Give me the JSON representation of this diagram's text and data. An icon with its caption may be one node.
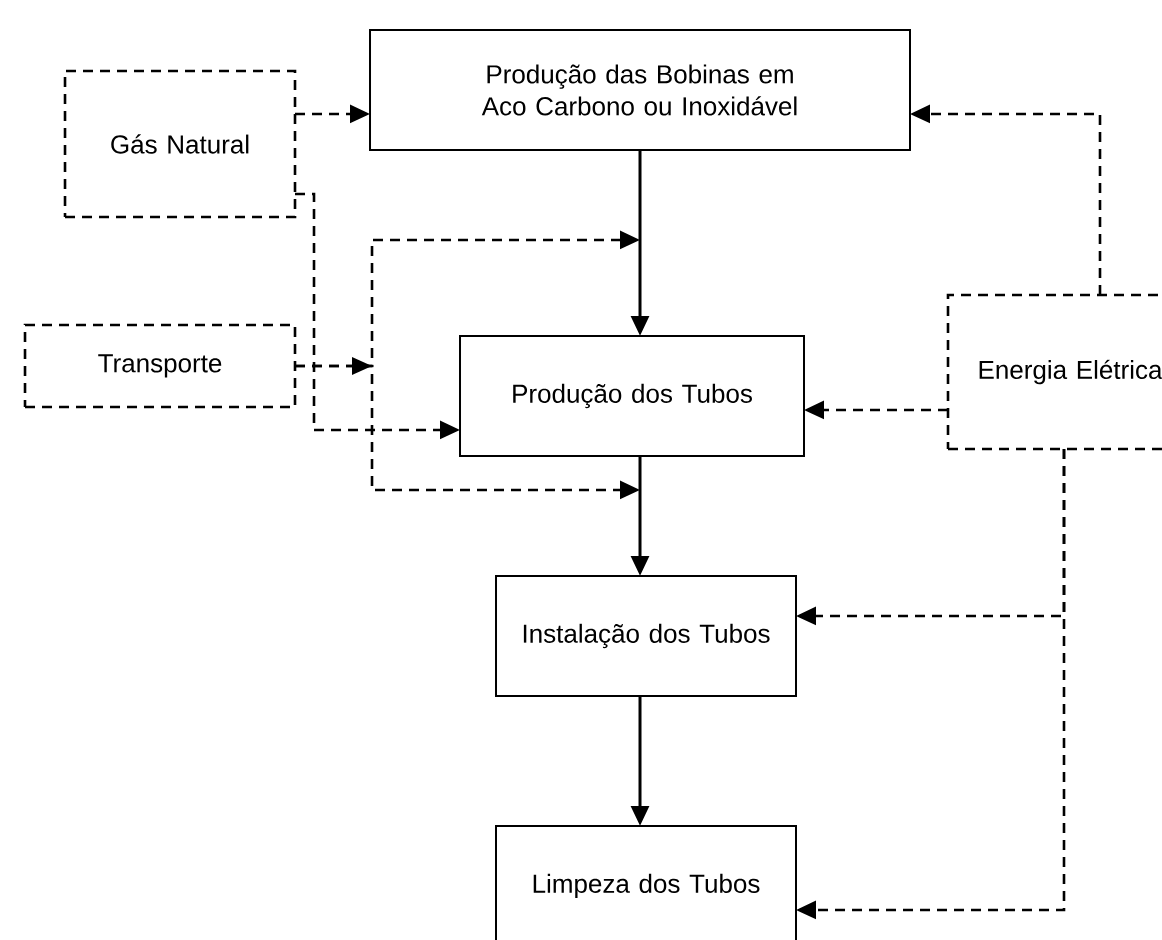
{
  "diagram": {
    "nodes": [
      {
        "text": [
          "Produção das Bobinas em Aco Carbono ou Inoxidável"
        ]
      },
      {
        "text": [
          "Gás Natural"
        ]
      },
      {
        "text": [
          "Transporte"
        ]
      },
      {
        "text": [
          "Produção dos Tubos"
        ]
      },
      {
        "text": [
          "Energia Elétrica"
        ]
      },
      {
        "text": [
          "Instalação dos Tubos"
        ]
      },
      {
        "text": [
          "Limpeza dos Tubos"
        ]
      }
    ],
    "edges": [
      {
        "from": 0,
        "to": 3,
        "arrow": "to"
      },
      {
        "from": 3,
        "to": 5,
        "arrow": "to"
      },
      {
        "from": 5,
        "to": 6,
        "arrow": "to"
      },
      {
        "from": 1,
        "to": 0,
        "arrow": "to",
        "style": "dashed"
      },
      {
        "from": 1,
        "to": 3,
        "arrow": "to",
        "style": "dashed"
      },
      {
        "from": 2,
        "to": null,
        "arrow": "to",
        "style": "dashed"
      },
      {
        "from": 2,
        "to": null,
        "arrow": "to",
        "style": "dashed"
      },
      {
        "from": 4,
        "to": 0,
        "arrow": "to",
        "style": "dashed"
      },
      {
        "from": 4,
        "to": 3,
        "arrow": "to",
        "style": "dashed"
      },
      {
        "from": 4,
        "to": 5,
        "arrow": "to",
        "style": "dashed"
      },
      {
        "from": 4,
        "to": 6,
        "arrow": "to",
        "style": "dashed"
      }
    ]
  }
}
